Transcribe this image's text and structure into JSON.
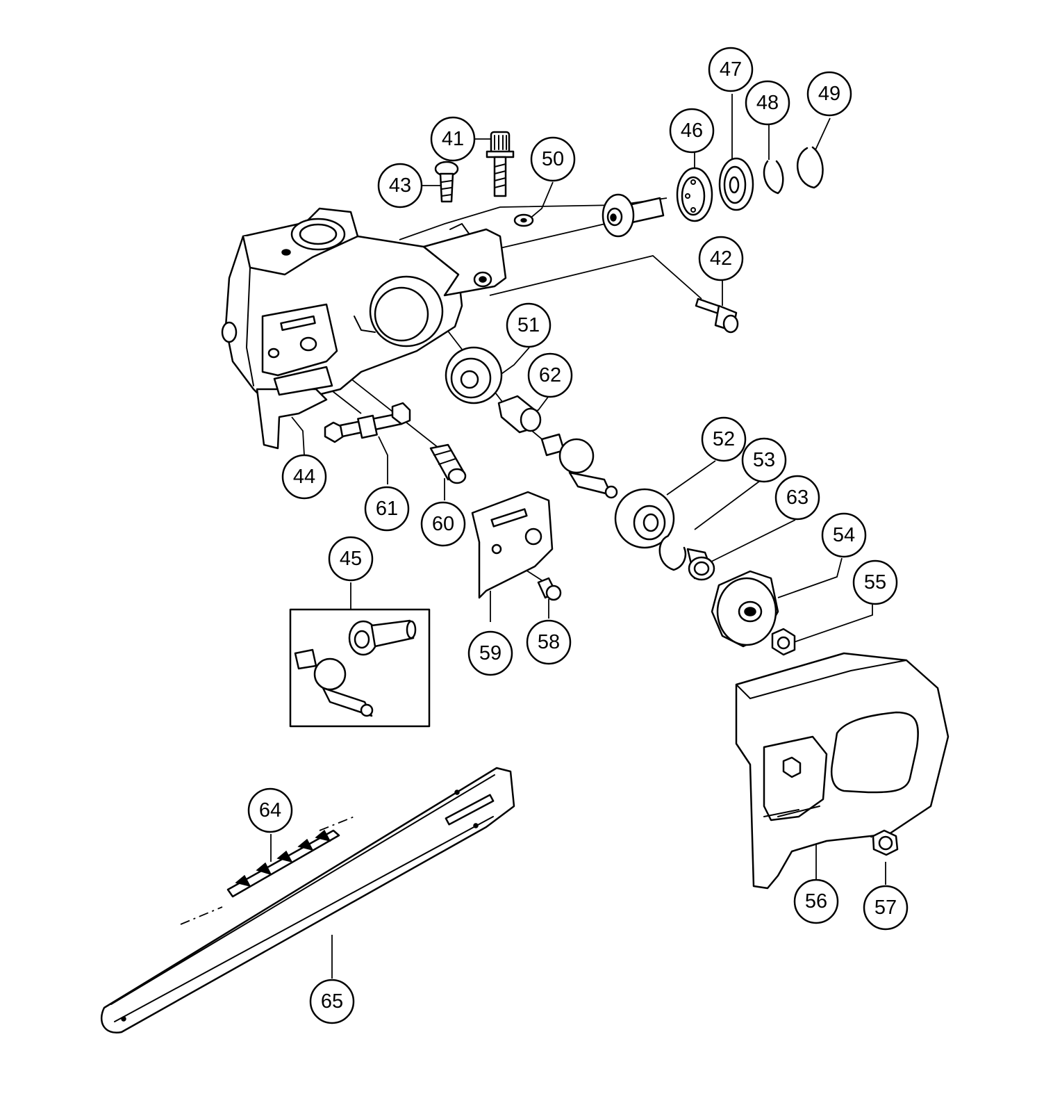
{
  "callouts": {
    "c41": "41",
    "c42": "42",
    "c43": "43",
    "c44": "44",
    "c45": "45",
    "c46": "46",
    "c47": "47",
    "c48": "48",
    "c49": "49",
    "c50": "50",
    "c51": "51",
    "c52": "52",
    "c53": "53",
    "c54": "54",
    "c55": "55",
    "c56": "56",
    "c57": "57",
    "c58": "58",
    "c59": "59",
    "c60": "60",
    "c61": "61",
    "c62": "62",
    "c63": "63",
    "c64": "64",
    "c65": "65"
  }
}
